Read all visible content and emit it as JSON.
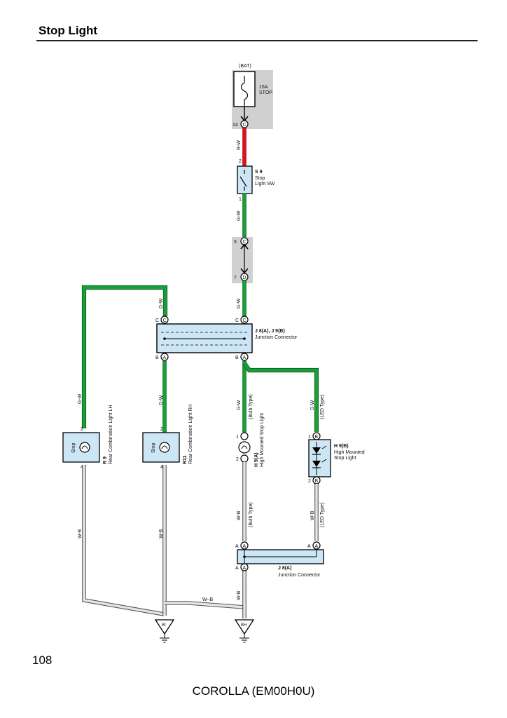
{
  "header": {
    "title": "Stop Light"
  },
  "footer": {
    "page_number": "108",
    "model_code": "COROLLA (EM00H0U)"
  },
  "colors": {
    "green_wire": "#1a9e3a",
    "red_wire": "#e0101c",
    "gray_wire": "#7a7a7a",
    "component_fill": "#cde6f5",
    "shaded_block": "#d0d0d0"
  },
  "diagram": {
    "fuse": {
      "source": "(BAT)",
      "rating": "15A",
      "name": "STOP",
      "pin": "14",
      "connector": "C"
    },
    "wires": {
      "r_w": "R-W",
      "g_w": "G-W",
      "w_b": "W-B",
      "w_b_ground": "W–B"
    },
    "stop_sw": {
      "id": "S 9",
      "name_line1": "Stop",
      "name_line2": "Light SW",
      "pin_in": "2",
      "pin_out": "1"
    },
    "inline_connector": {
      "pin_top": "5",
      "pin_bottom": "7",
      "letter_top": "C",
      "letter_bottom": "D"
    },
    "junction": {
      "label": "J 8(A), J 9(B)",
      "name": "Junction Connector",
      "pin_c": "C",
      "pin_b": "B",
      "pin_a": "A"
    },
    "r9": {
      "id": "R 9",
      "name": "Rear Combination Light LH",
      "inner": "Stop",
      "pin_top": "2",
      "pin_bottom": "4"
    },
    "r11": {
      "id": "R11",
      "name": "Rear Combination Light RH",
      "inner": "Stop",
      "pin_top": "2",
      "pin_bottom": "4"
    },
    "h9a": {
      "id": "H 9(A)",
      "name": "High Mounted Stop Light",
      "pin_top": "1",
      "pin_bottom": "2",
      "type": "(Bulb Type)"
    },
    "h9b": {
      "id": "H 9(B)",
      "name_line1": "High Mounted",
      "name_line2": "Stop Light",
      "pin_top": "1",
      "pin_bottom": "2",
      "connector": "B",
      "type": "(LED Type)"
    },
    "j8a": {
      "label": "J 8(A)",
      "name": "Junction Connector",
      "pin": "A"
    },
    "grounds": {
      "left": "BI",
      "right": "BH"
    }
  }
}
